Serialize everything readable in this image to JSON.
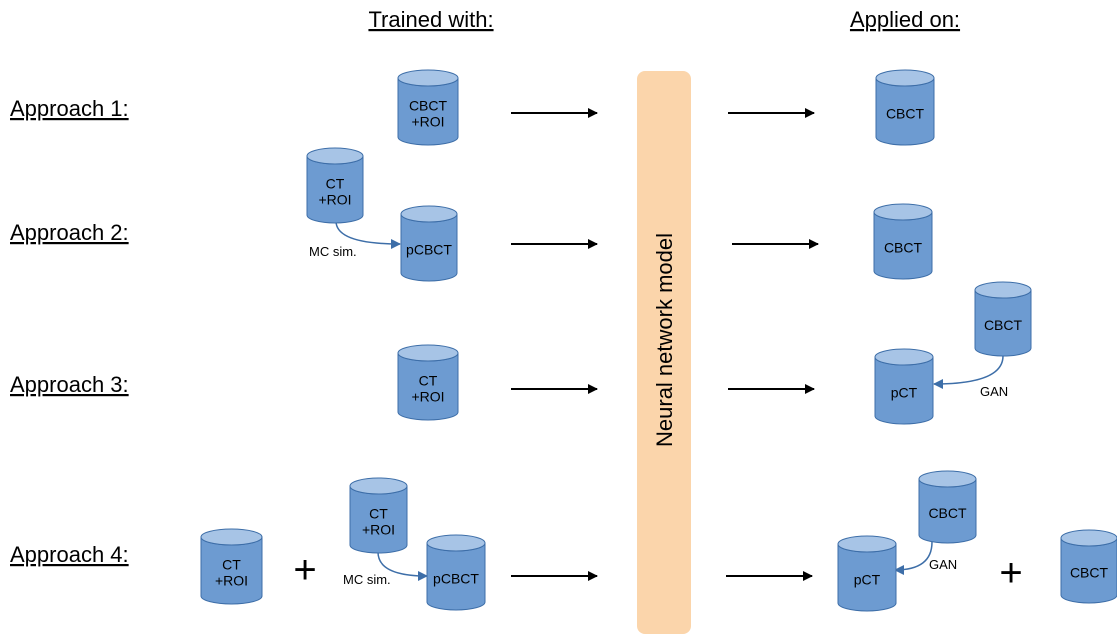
{
  "headers": {
    "trained": "Trained with:",
    "applied": "Applied on:"
  },
  "approaches": [
    "Approach 1:",
    "Approach 2:",
    "Approach 3:",
    "Approach 4:"
  ],
  "model_label": "Neural network model",
  "cylinders": {
    "a1_train": [
      "CBCT",
      "+ROI"
    ],
    "a1_apply": [
      "CBCT"
    ],
    "a2_ct": [
      "CT",
      "+ROI"
    ],
    "a2_train": [
      "pCBCT"
    ],
    "a2_apply": [
      "CBCT"
    ],
    "a3_train": [
      "CT",
      "+ROI"
    ],
    "a3_cbct": [
      "CBCT"
    ],
    "a3_pct": [
      "pCT"
    ],
    "a4_ct_left": [
      "CT",
      "+ROI"
    ],
    "a4_ct_top": [
      "CT",
      "+ROI"
    ],
    "a4_train": [
      "pCBCT"
    ],
    "a4_cbct_top": [
      "CBCT"
    ],
    "a4_pct": [
      "pCT"
    ],
    "a4_cbct_right": [
      "CBCT"
    ]
  },
  "edge_labels": {
    "mc_sim": "MC sim.",
    "gan": "GAN"
  },
  "plus_sign": "+",
  "colors": {
    "cyl_body": "#6d9bd1",
    "cyl_top": "#a7c4e6",
    "cyl_stroke": "#3d6ea8",
    "model_fill": "#fbd5ab",
    "arrow": "#000000",
    "curve": "#3d6ea8"
  }
}
